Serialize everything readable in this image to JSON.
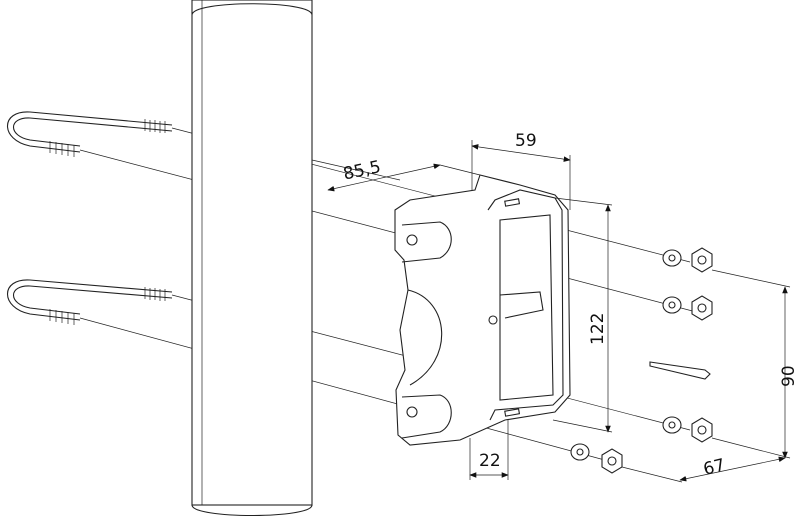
{
  "dimensions": {
    "depth_offset": "85,5",
    "width_top": "59",
    "height_bracket": "122",
    "hole_spacing": "90",
    "bolt_depth": "67",
    "flange_width": "22"
  }
}
